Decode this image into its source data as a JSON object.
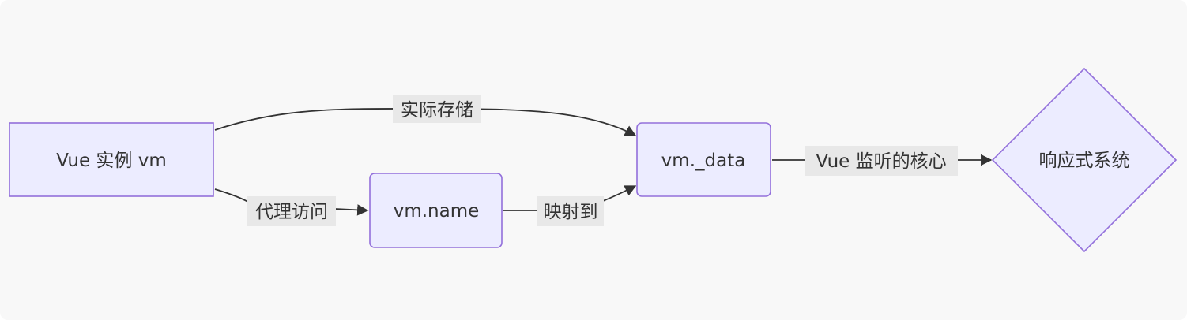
{
  "nodes": {
    "vue_instance": "Vue 实例 vm",
    "vm_name": "vm.name",
    "vm_data": "vm._data",
    "reactive_system": "响应式系统"
  },
  "edges": {
    "instance_to_data": "实际存储",
    "instance_to_name": "代理访问",
    "name_to_data": "映射到",
    "data_to_reactive": "Vue 监听的核心"
  },
  "colors": {
    "node_fill": "#ececff",
    "node_stroke": "#9370db",
    "edge_stroke": "#333333",
    "edge_label_bg": "#e8e8e8",
    "background": "#f8f8f8"
  }
}
